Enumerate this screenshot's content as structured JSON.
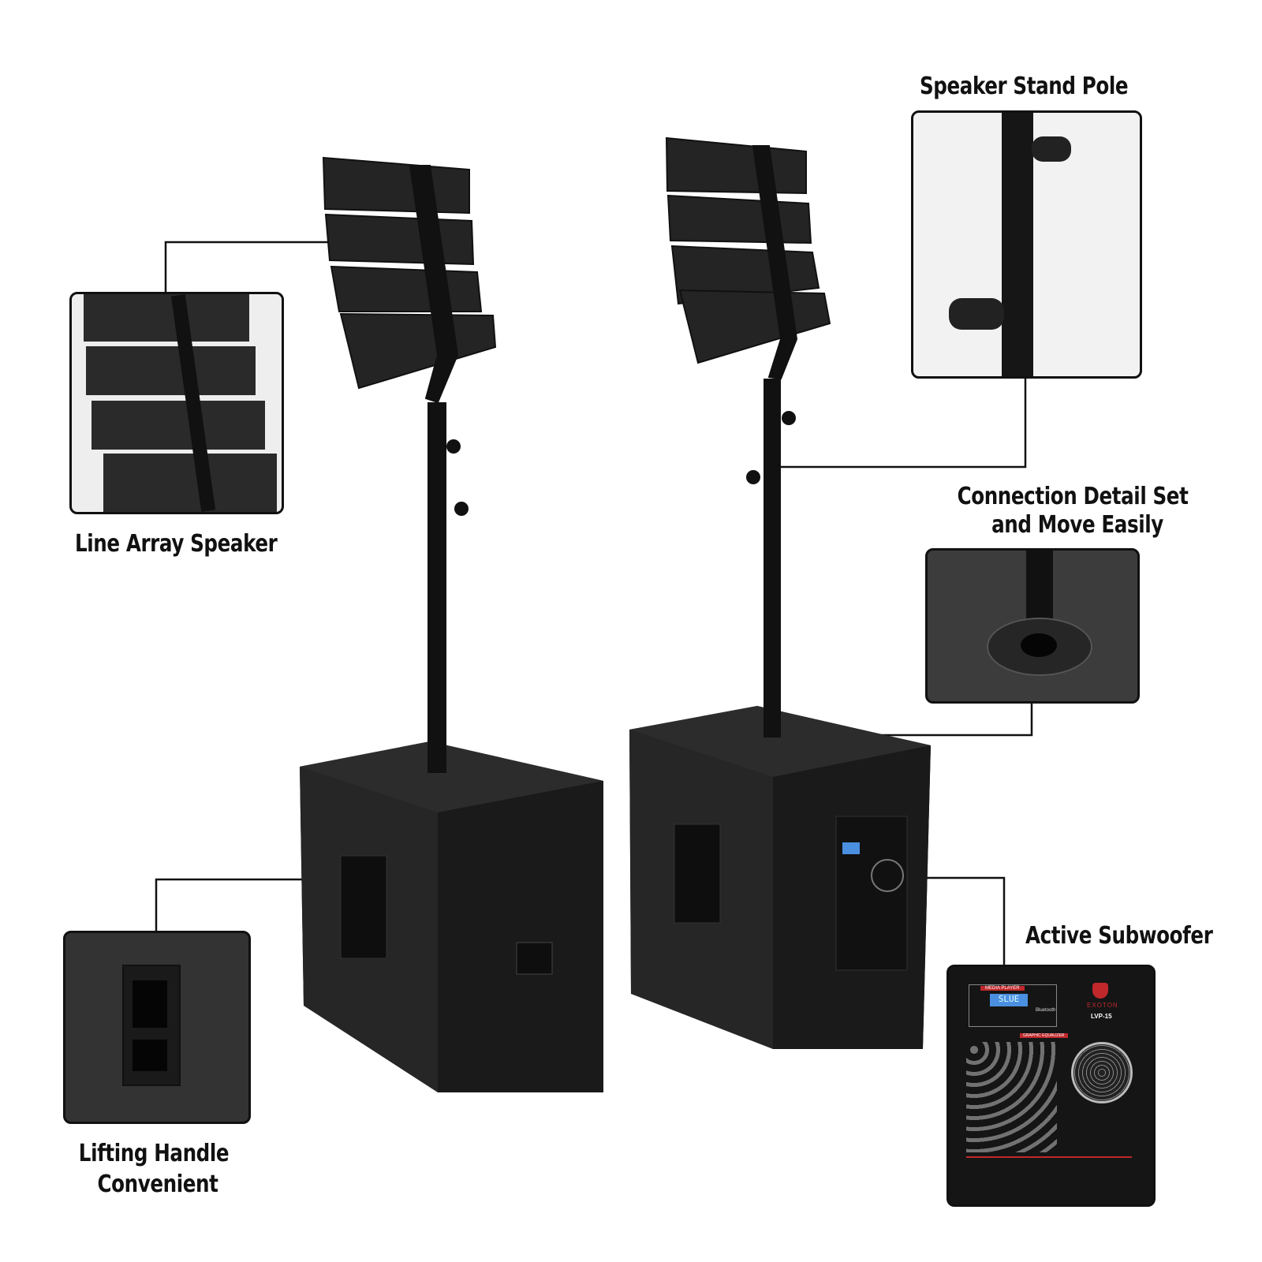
{
  "callouts": {
    "speaker_stand_pole": "Speaker Stand Pole",
    "line_array_speaker": "Line Array Speaker",
    "connection_detail_line1": "Connection Detail Set",
    "connection_detail_line2": "and Move Easily",
    "active_subwoofer": "Active Subwoofer",
    "lifting_handle_line1": "Lifting Handle",
    "lifting_handle_line2": "Convenient"
  },
  "panel": {
    "brand": "EXOTON",
    "model": "LVP-15",
    "display": "SLUE",
    "media_player": "MEDIA PLAYER",
    "bluetooth": "Bluetooth",
    "equalizer": "GRAPHIC EQUALIZER"
  },
  "colors": {
    "cabinet": "#1c1c1c",
    "line": "#111111",
    "brand_red": "#c0282b",
    "display_blue": "#4a8fe0"
  }
}
